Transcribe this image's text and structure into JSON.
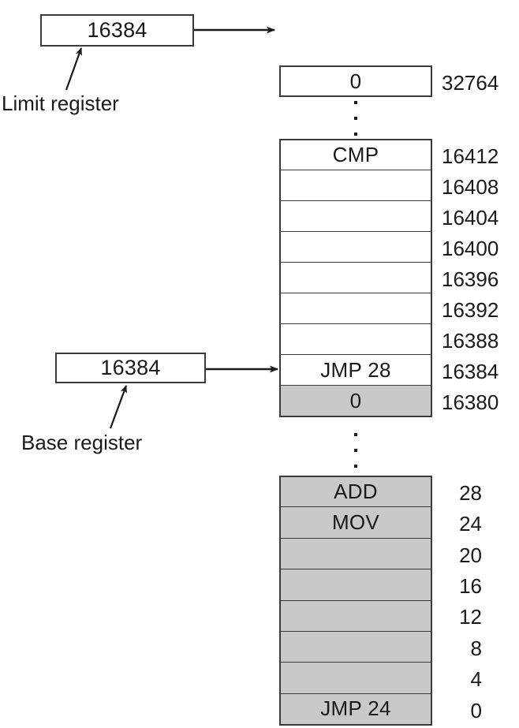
{
  "diagram": {
    "title": "Base and limit register relocation",
    "colors": {
      "shaded_cell": "#c9c9c9",
      "cell_border": "#3b3b3b",
      "background": "#ffffff",
      "ink": "#1a1a1a"
    }
  },
  "registers": {
    "limit": {
      "value": "16384",
      "caption": "Limit register"
    },
    "base": {
      "value": "16384",
      "caption": "Base register"
    }
  },
  "memory": {
    "top_cell": {
      "content": "0",
      "address": "32764"
    },
    "ellipsis_upper": "⋮",
    "middle_cells": [
      {
        "content": "CMP",
        "address": "16412",
        "shaded": false
      },
      {
        "content": "",
        "address": "16408",
        "shaded": false
      },
      {
        "content": "",
        "address": "16404",
        "shaded": false
      },
      {
        "content": "",
        "address": "16400",
        "shaded": false
      },
      {
        "content": "",
        "address": "16396",
        "shaded": false
      },
      {
        "content": "",
        "address": "16392",
        "shaded": false
      },
      {
        "content": "",
        "address": "16388",
        "shaded": false
      },
      {
        "content": "JMP 28",
        "address": "16384",
        "shaded": false
      },
      {
        "content": "0",
        "address": "16380",
        "shaded": true
      }
    ],
    "ellipsis_lower": "⋮",
    "bottom_cells": [
      {
        "content": "ADD",
        "address": "28",
        "shaded": true
      },
      {
        "content": "MOV",
        "address": "24",
        "shaded": true
      },
      {
        "content": "",
        "address": "20",
        "shaded": true
      },
      {
        "content": "",
        "address": "16",
        "shaded": true
      },
      {
        "content": "",
        "address": "12",
        "shaded": true
      },
      {
        "content": "",
        "address": "8",
        "shaded": true
      },
      {
        "content": "",
        "address": "4",
        "shaded": true
      },
      {
        "content": "JMP  24",
        "address": "0",
        "shaded": true
      }
    ]
  },
  "arrows": {
    "limit_to_memory": "limit register points past the top of the program",
    "base_to_memory": "base register points at address 16384",
    "limit_caption_leader": "leader line from Limit register label to box",
    "base_caption_leader": "leader line from Base register label to box"
  }
}
